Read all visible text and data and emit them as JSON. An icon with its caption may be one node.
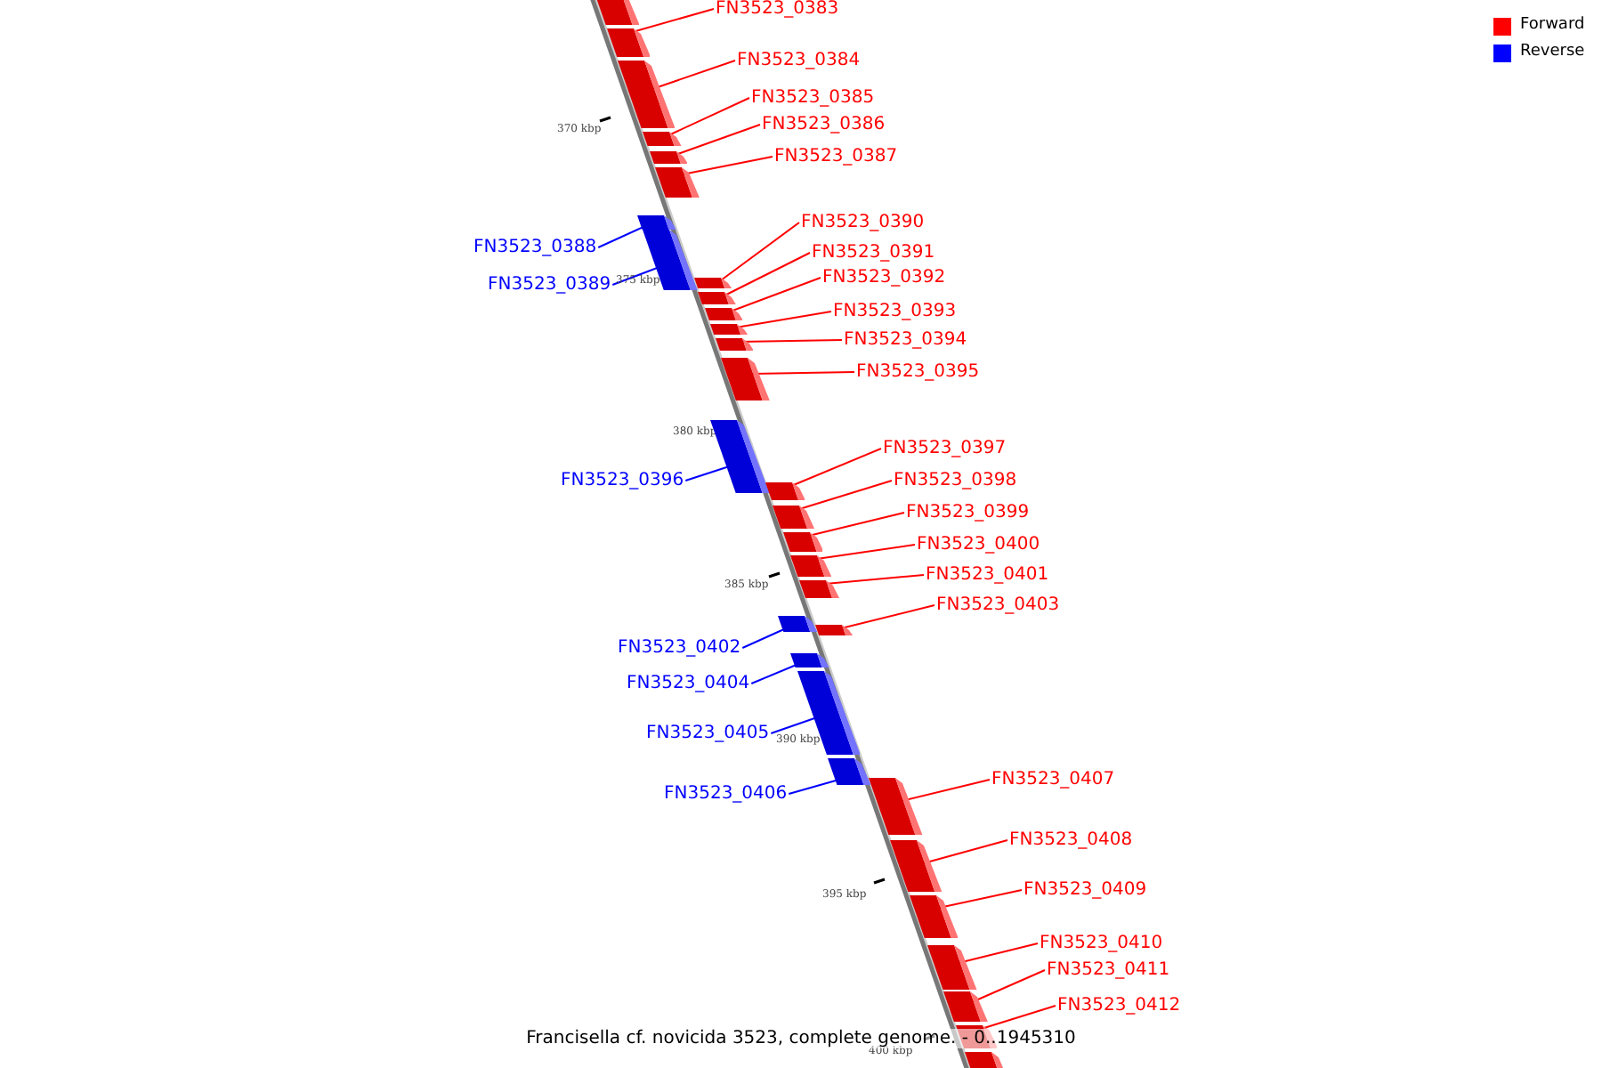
{
  "diagram": {
    "caption": "Francisella cf. novicida 3523, complete genome. - 0..1945310",
    "nodes": [
      {
        "text": [],
        "shape": "bar"
      },
      {
        "text": [
          "FN3523_0383"
        ]
      },
      {
        "text": [],
        "shape": "bar"
      },
      {
        "text": [
          "FN3523_0384"
        ]
      },
      {
        "text": [],
        "shape": "bar"
      },
      {
        "text": [
          "FN3523_0385"
        ]
      },
      {
        "text": [],
        "shape": "bar"
      },
      {
        "text": [
          "FN3523_0386"
        ]
      },
      {
        "text": [],
        "shape": "bar"
      },
      {
        "text": [
          "FN3523_0387"
        ]
      },
      {
        "text": [],
        "shape": "bar"
      },
      {
        "text": [
          "FN3523_0388"
        ]
      },
      {
        "text": [],
        "shape": "bar"
      },
      {
        "text": [
          "FN3523_0389"
        ]
      },
      {
        "text": [],
        "shape": "bar"
      },
      {
        "text": [
          "FN3523_0390"
        ]
      },
      {
        "text": [],
        "shape": "bar"
      },
      {
        "text": [
          "FN3523_0391"
        ]
      },
      {
        "text": [],
        "shape": "bar"
      },
      {
        "text": [
          "FN3523_0392"
        ]
      },
      {
        "text": [],
        "shape": "bar"
      },
      {
        "text": [
          "FN3523_0393"
        ]
      },
      {
        "text": [],
        "shape": "bar"
      },
      {
        "text": [
          "FN3523_0394"
        ]
      },
      {
        "text": [],
        "shape": "bar"
      },
      {
        "text": [
          "FN3523_0395"
        ]
      },
      {
        "text": [],
        "shape": "bar"
      },
      {
        "text": [
          "FN3523_0396"
        ]
      },
      {
        "text": [],
        "shape": "bar"
      },
      {
        "text": [
          "FN3523_0397"
        ]
      },
      {
        "text": [],
        "shape": "bar"
      },
      {
        "text": [
          "FN3523_0398"
        ]
      },
      {
        "text": [],
        "shape": "bar"
      },
      {
        "text": [
          "FN3523_0399"
        ]
      },
      {
        "text": [],
        "shape": "bar"
      },
      {
        "text": [
          "FN3523_0400"
        ]
      },
      {
        "text": [],
        "shape": "bar"
      },
      {
        "text": [
          "FN3523_0401"
        ]
      },
      {
        "text": [],
        "shape": "bar"
      },
      {
        "text": [
          "FN3523_0402"
        ]
      },
      {
        "text": [],
        "shape": "bar"
      },
      {
        "text": [
          "FN3523_0403"
        ]
      },
      {
        "text": [],
        "shape": "bar"
      },
      {
        "text": [
          "FN3523_0404"
        ]
      },
      {
        "text": [],
        "shape": "bar"
      },
      {
        "text": [
          "FN3523_0405"
        ]
      },
      {
        "text": [],
        "shape": "bar"
      },
      {
        "text": [
          "FN3523_0406"
        ]
      },
      {
        "text": [],
        "shape": "bar"
      },
      {
        "text": [
          "FN3523_0407"
        ]
      },
      {
        "text": [],
        "shape": "bar"
      },
      {
        "text": [
          "FN3523_0408"
        ]
      },
      {
        "text": [],
        "shape": "bar"
      },
      {
        "text": [
          "FN3523_0409"
        ]
      },
      {
        "text": [],
        "shape": "bar"
      },
      {
        "text": [
          "FN3523_0410"
        ]
      },
      {
        "text": [],
        "shape": "bar"
      },
      {
        "text": [
          "FN3523_0411"
        ]
      },
      {
        "text": [],
        "shape": "bar"
      },
      {
        "text": [
          "FN3523_0412"
        ]
      },
      {
        "text": [],
        "shape": "bar"
      },
      {
        "text": [],
        "shape": "bar"
      }
    ],
    "edges": [
      {
        "from": 1,
        "to": 2,
        "arrow": "none",
        "color": "#ff0000"
      },
      {
        "from": 3,
        "to": 4,
        "arrow": "none",
        "color": "#ff0000"
      },
      {
        "from": 5,
        "to": 6,
        "arrow": "none",
        "color": "#ff0000"
      },
      {
        "from": 7,
        "to": 8,
        "arrow": "none",
        "color": "#ff0000"
      },
      {
        "from": 9,
        "to": 10,
        "arrow": "none",
        "color": "#ff0000"
      },
      {
        "from": 11,
        "to": 12,
        "arrow": "none",
        "color": "#0000ff"
      },
      {
        "from": 13,
        "to": 14,
        "arrow": "none",
        "color": "#0000ff"
      },
      {
        "from": 15,
        "to": 16,
        "arrow": "none",
        "color": "#ff0000"
      },
      {
        "from": 17,
        "to": 18,
        "arrow": "none",
        "color": "#ff0000"
      },
      {
        "from": 19,
        "to": 20,
        "arrow": "none",
        "color": "#ff0000"
      },
      {
        "from": 21,
        "to": 22,
        "arrow": "none",
        "color": "#ff0000"
      },
      {
        "from": 23,
        "to": 24,
        "arrow": "none",
        "color": "#ff0000"
      },
      {
        "from": 25,
        "to": 26,
        "arrow": "none",
        "color": "#ff0000"
      },
      {
        "from": 27,
        "to": 28,
        "arrow": "none",
        "color": "#0000ff"
      },
      {
        "from": 29,
        "to": 30,
        "arrow": "none",
        "color": "#ff0000"
      },
      {
        "from": 31,
        "to": 32,
        "arrow": "none",
        "color": "#ff0000"
      },
      {
        "from": 33,
        "to": 34,
        "arrow": "none",
        "color": "#ff0000"
      },
      {
        "from": 35,
        "to": 36,
        "arrow": "none",
        "color": "#ff0000"
      },
      {
        "from": 37,
        "to": 38,
        "arrow": "none",
        "color": "#ff0000"
      },
      {
        "from": 39,
        "to": 40,
        "arrow": "none",
        "color": "#0000ff"
      },
      {
        "from": 41,
        "to": 42,
        "arrow": "none",
        "color": "#ff0000"
      },
      {
        "from": 43,
        "to": 44,
        "arrow": "none",
        "color": "#0000ff"
      },
      {
        "from": 45,
        "to": 46,
        "arrow": "none",
        "color": "#0000ff"
      },
      {
        "from": 47,
        "to": 48,
        "arrow": "none",
        "color": "#0000ff"
      },
      {
        "from": 49,
        "to": 50,
        "arrow": "none",
        "color": "#ff0000"
      },
      {
        "from": 51,
        "to": 52,
        "arrow": "none",
        "color": "#ff0000"
      },
      {
        "from": 53,
        "to": 54,
        "arrow": "none",
        "color": "#ff0000"
      },
      {
        "from": 55,
        "to": 56,
        "arrow": "none",
        "color": "#ff0000"
      },
      {
        "from": 57,
        "to": 58,
        "arrow": "none",
        "color": "#ff0000"
      },
      {
        "from": 59,
        "to": 60,
        "arrow": "none",
        "color": "#ff0000"
      }
    ],
    "labels": [
      "370 kbp",
      "375 kbp",
      "380 kbp",
      "385 kbp",
      "390 kbp",
      "395 kbp",
      "400 kbp"
    ],
    "legend": [
      {
        "text": "Forward",
        "color": "#ff0000"
      },
      {
        "text": "Reverse",
        "color": "#0000ff"
      }
    ]
  }
}
